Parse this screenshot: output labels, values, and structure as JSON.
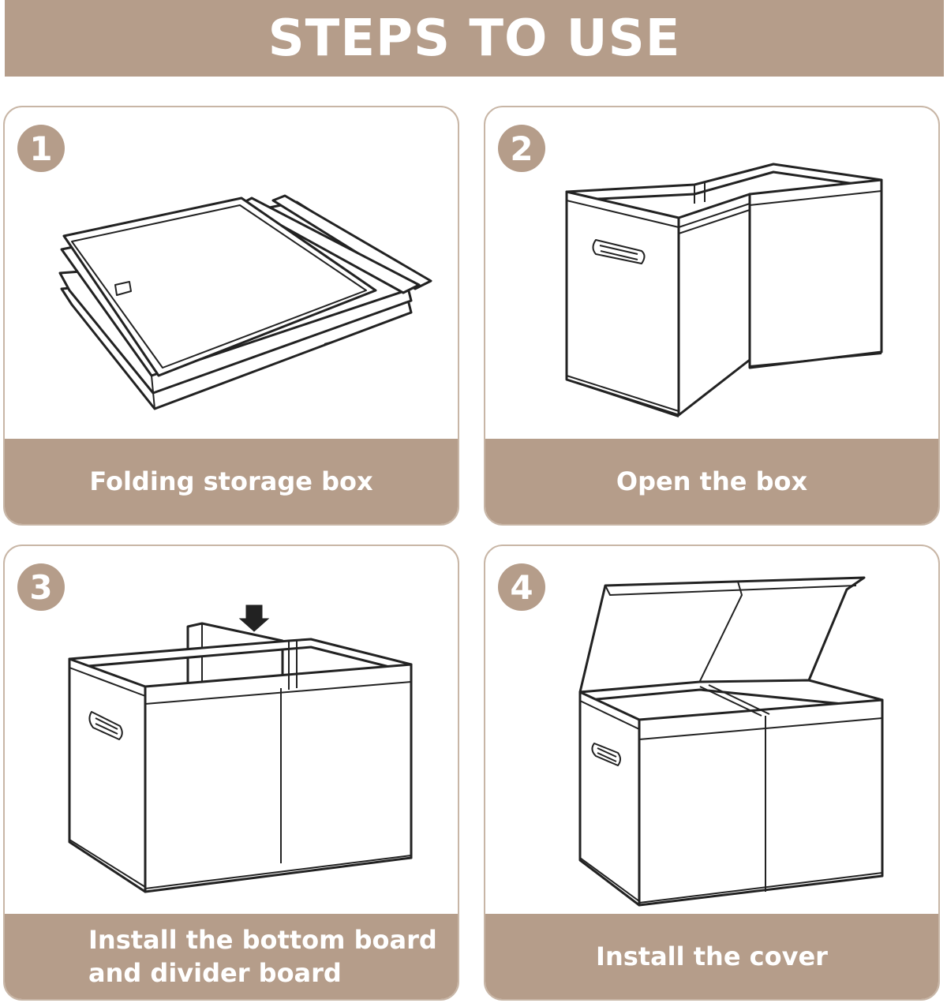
{
  "header": {
    "title": "STEPS TO USE"
  },
  "steps": [
    {
      "number": "1",
      "caption": "Folding storage box"
    },
    {
      "number": "2",
      "caption": "Open the box"
    },
    {
      "number": "3",
      "caption_line1": "Install the bottom board",
      "caption_line2": "and divider board"
    },
    {
      "number": "4",
      "caption": "Install the cover"
    }
  ],
  "icons": [
    "folded-box-illustration",
    "open-box-illustration",
    "divider-box-illustration",
    "covered-box-illustration",
    "down-arrow-icon"
  ],
  "colors": {
    "accent": "#b59d8a",
    "border": "#c8b6a6",
    "line": "#222222"
  }
}
